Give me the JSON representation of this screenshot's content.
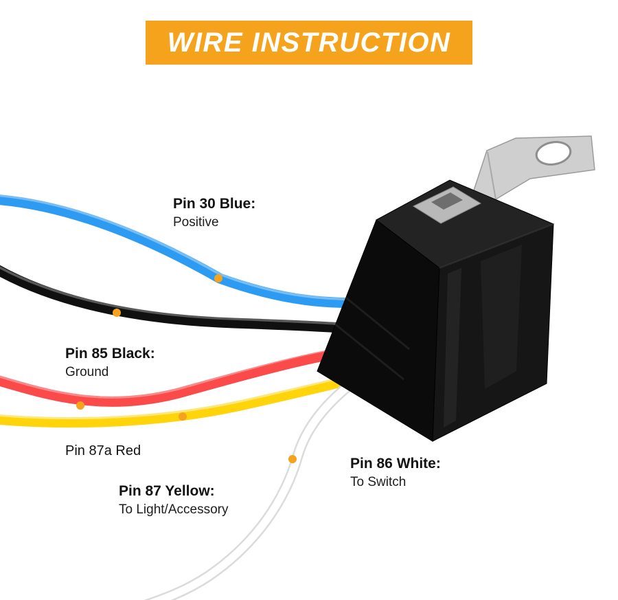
{
  "banner": {
    "title": "WIRE INSTRUCTION"
  },
  "colors": {
    "accent_orange": "#F5A21C",
    "wire_blue": "#2E9BF2",
    "wire_black": "#101010",
    "wire_red": "#FB4A4A",
    "wire_yellow": "#FFD40A",
    "wire_white": "#FFFFFF",
    "wire_white_edge": "#DBDBDB",
    "relay_left_face": "#0B0B0B",
    "relay_front_face": "#161616",
    "relay_top_face": "#232323",
    "metal_tab": "#CFCFCF"
  },
  "labels": {
    "pin30": {
      "title": "Pin 30 Blue:",
      "subtitle": "Positive"
    },
    "pin85": {
      "title": "Pin 85 Black:",
      "subtitle": "Ground"
    },
    "pin87a": {
      "title": "Pin 87a Red"
    },
    "pin87": {
      "title": "Pin 87 Yellow:",
      "subtitle": "To Light/Accessory"
    },
    "pin86": {
      "title": "Pin 86 White:",
      "subtitle": "To Switch"
    }
  }
}
